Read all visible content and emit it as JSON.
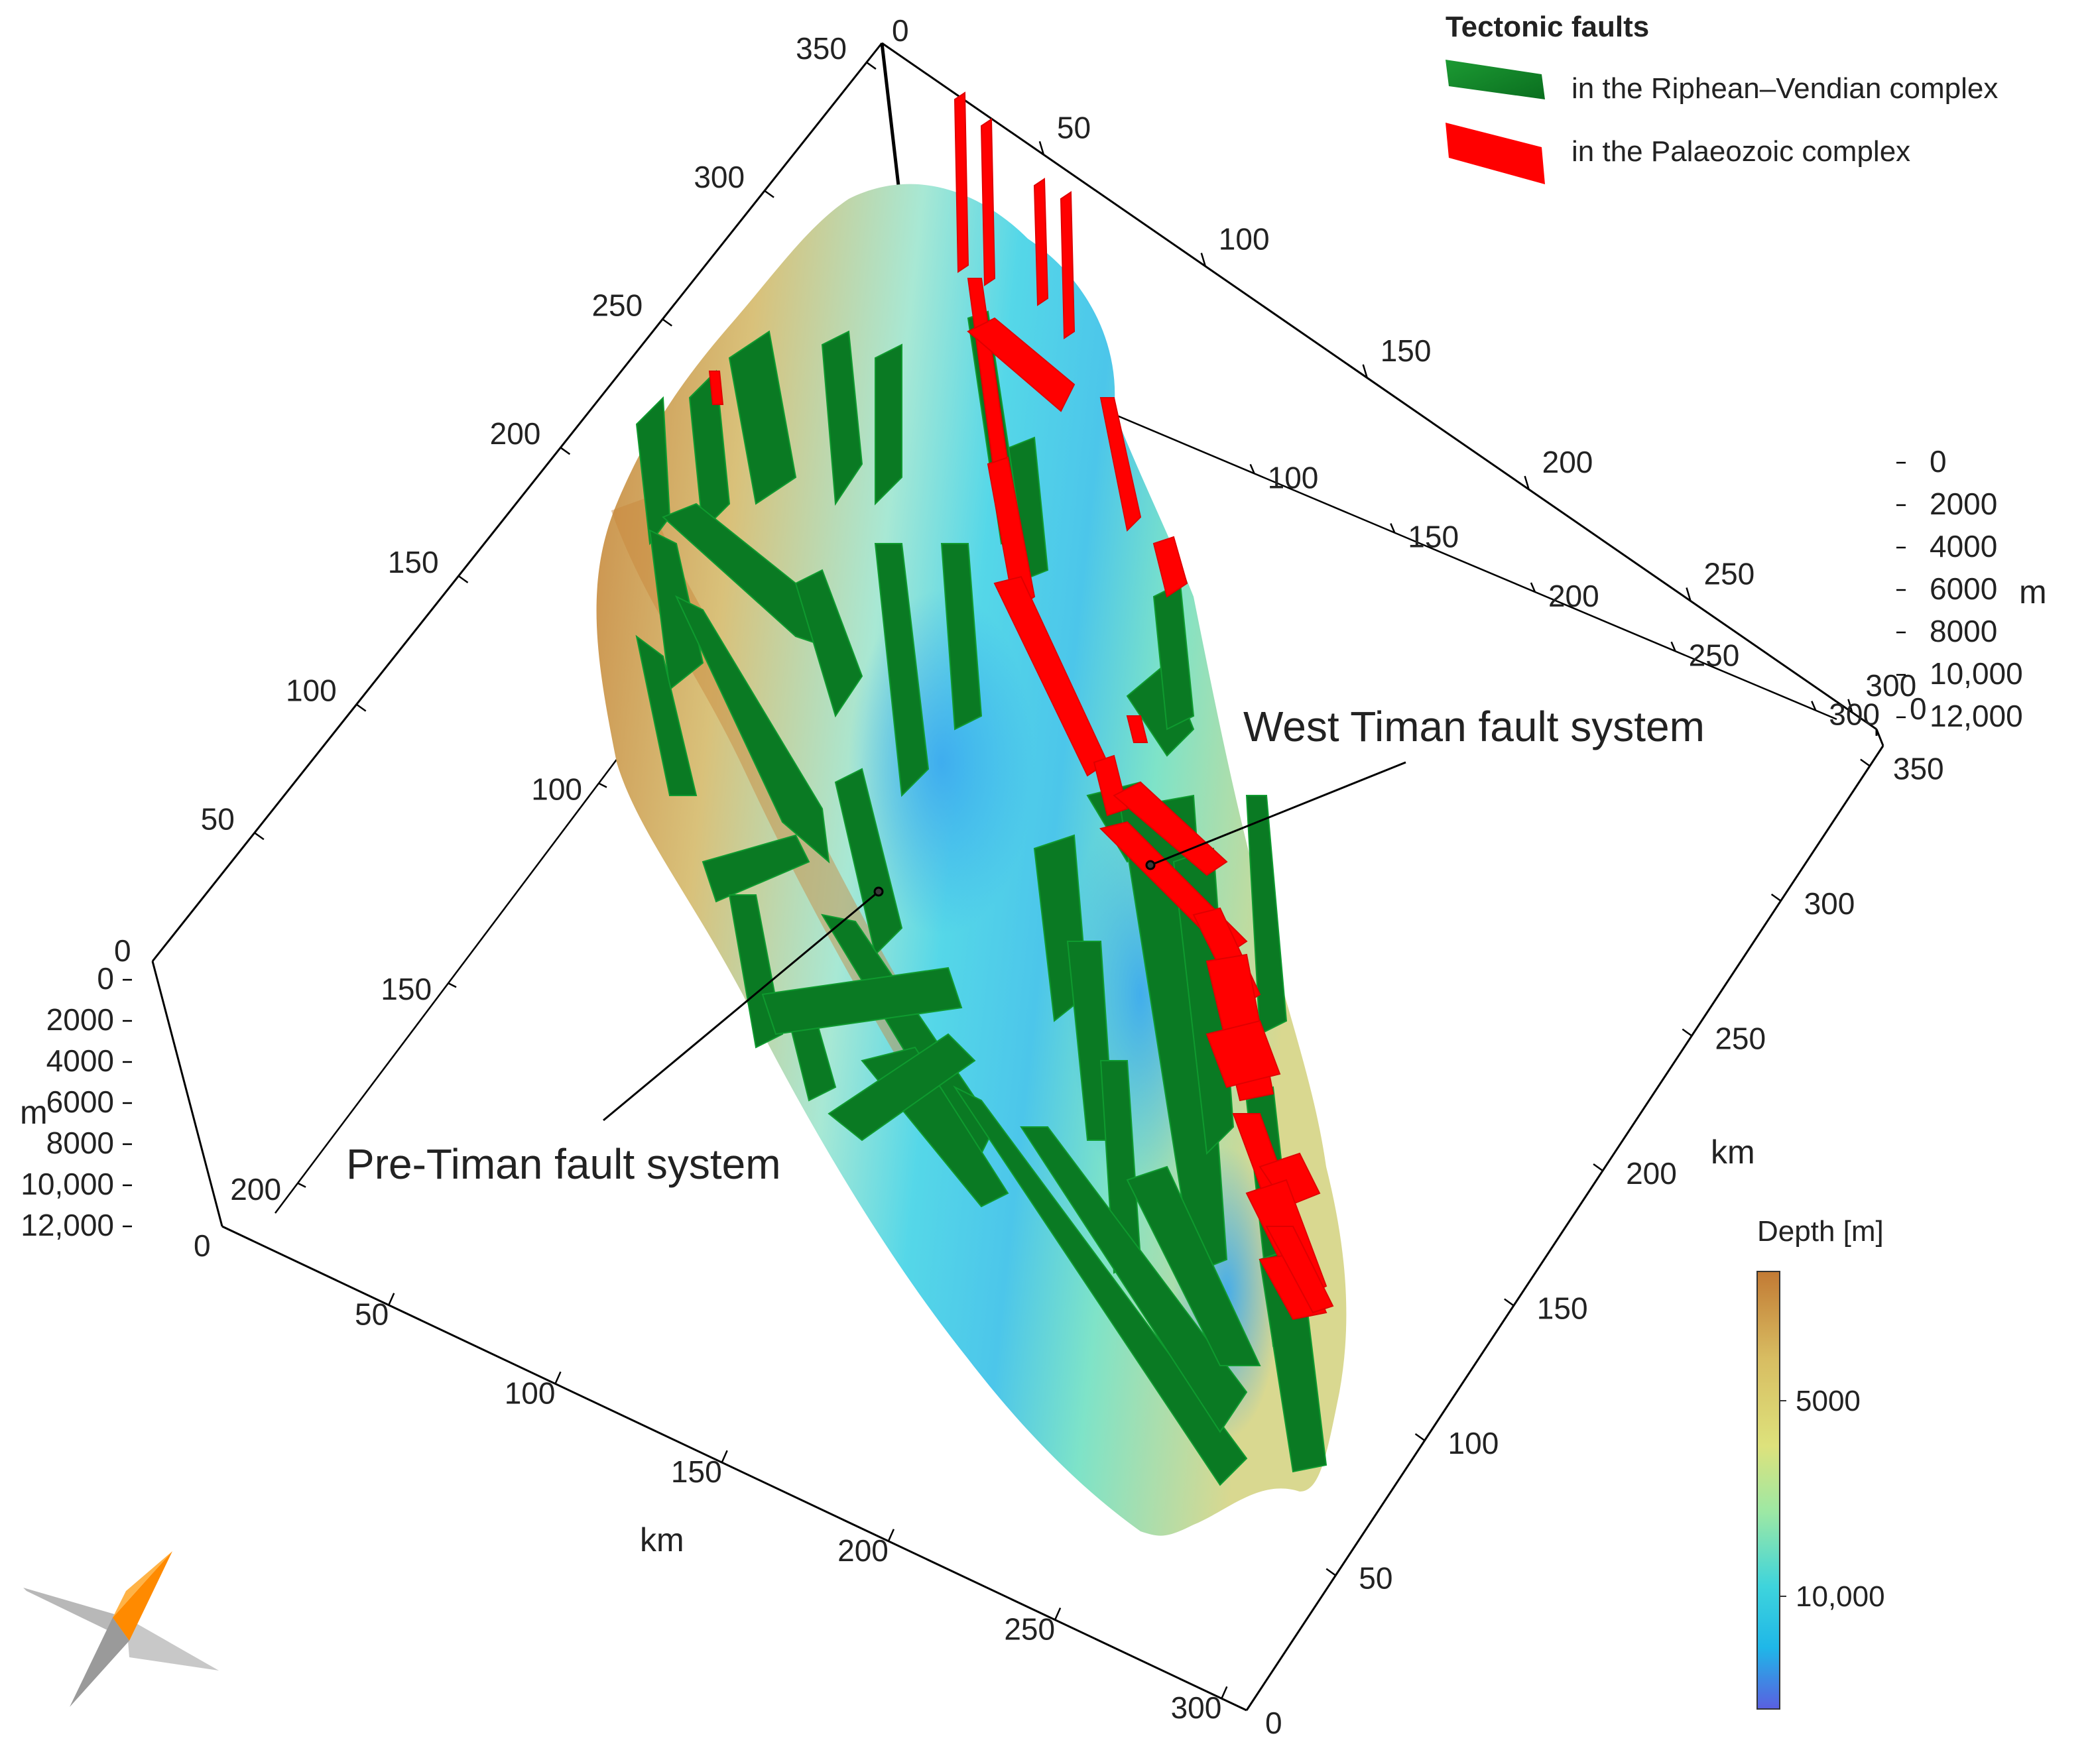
{
  "legend": {
    "title": "Tectonic faults",
    "items": [
      {
        "label": "in the Riphean–Vendian complex",
        "color": "#0a7a23"
      },
      {
        "label": "in the Palaeozoic complex",
        "color": "#ff0000"
      }
    ]
  },
  "annotations": {
    "west_timan": "West Timan fault system",
    "pre_timan": "Pre-Timan fault system"
  },
  "colorbar": {
    "title": "Depth [m]",
    "ticks": [
      "5000",
      "10,000"
    ],
    "colors": [
      "#c27a34",
      "#d4b85a",
      "#dfe07a",
      "#9fe6a0",
      "#56d8d2",
      "#1dc6e6",
      "#2aa0e4",
      "#5a5fe0"
    ]
  },
  "axes": {
    "front_km_ticks": [
      "50",
      "100",
      "150",
      "200",
      "250",
      "300"
    ],
    "front_km_label": "km",
    "right_km_ticks": [
      "50",
      "100",
      "150",
      "200",
      "250",
      "300",
      "350"
    ],
    "right_km_label": "km",
    "left_km_ticks": [
      "50",
      "100",
      "150",
      "200",
      "250",
      "300",
      "350"
    ],
    "back_km_ticks": [
      "50",
      "100",
      "150",
      "200",
      "250",
      "300"
    ],
    "inner_back_ticks": [
      "100",
      "150",
      "200",
      "250",
      "300"
    ],
    "inner_left_ticks": [
      "100",
      "150",
      "200"
    ],
    "depth_ticks": [
      "0",
      "2000",
      "4000",
      "6000",
      "8000",
      "10,000",
      "12,000"
    ],
    "depth_label": "m",
    "zero_labels": [
      "0",
      "0",
      "0",
      "0",
      "0"
    ]
  },
  "colors": {
    "riphean_fault": "#0a7a23",
    "palaeozoic_fault": "#ff0000",
    "box_line": "#000000"
  },
  "icons": [
    "compass-rose-icon"
  ]
}
